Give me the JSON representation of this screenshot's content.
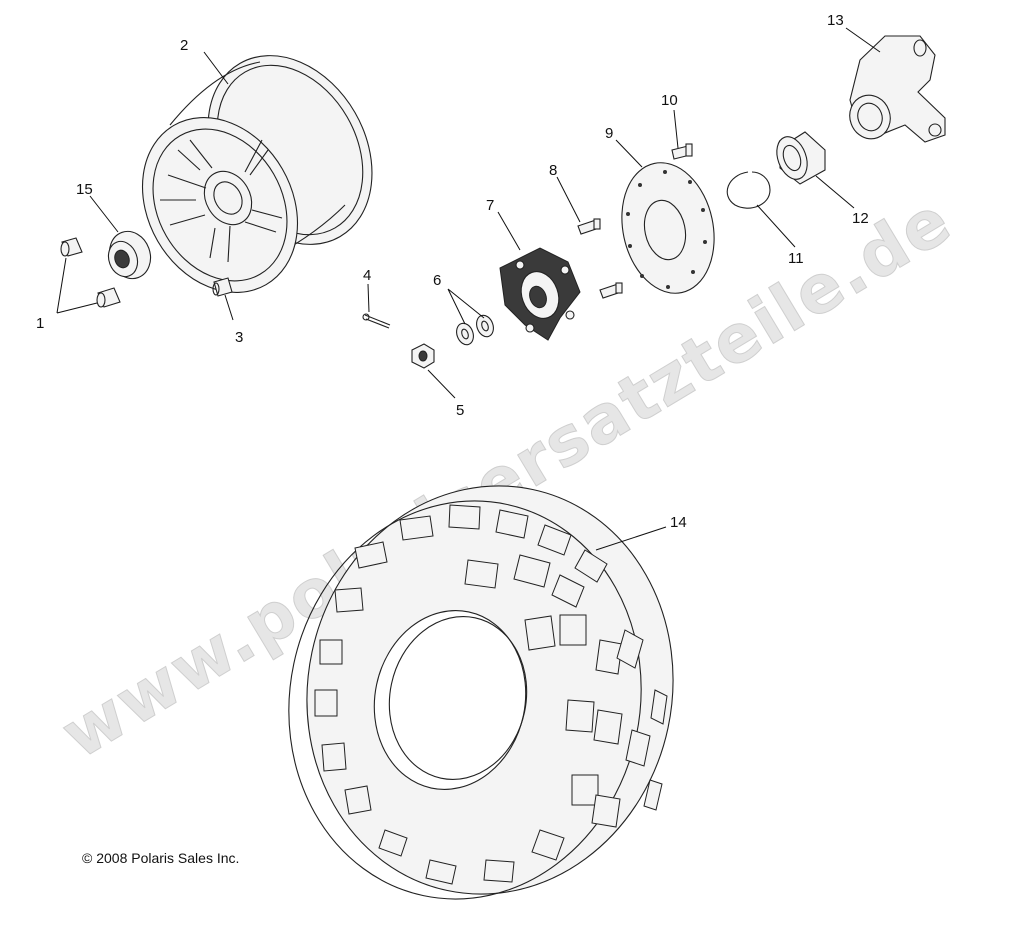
{
  "watermark": "www.polarisersatzteile.de",
  "copyright": "© 2008 Polaris Sales Inc.",
  "callouts": [
    "1",
    "2",
    "3",
    "4",
    "5",
    "6",
    "7",
    "8",
    "9",
    "10",
    "11",
    "12",
    "13",
    "14",
    "15"
  ]
}
